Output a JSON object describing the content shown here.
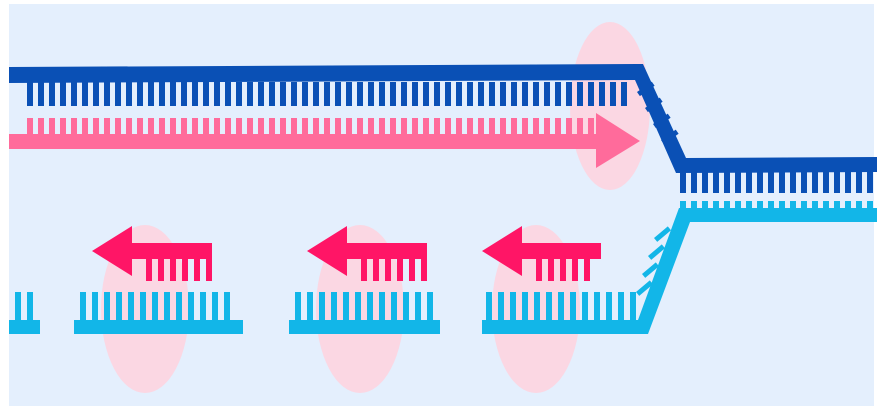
{
  "diagram": {
    "kind": "dna-replication-fork",
    "background_color": "#e4effd",
    "colors": {
      "parent_strand_top": "#0a50b5",
      "parent_strand_bottom": "#12b6e8",
      "leading_strand": "#ff6b9b",
      "okazaki_fragment": "#ff1566",
      "enzyme_blob": "#ffd2de"
    },
    "elements": [
      {
        "name": "template-strand-top",
        "role": "parental strand (upper)"
      },
      {
        "name": "template-strand-bottom",
        "role": "parental strand (lower)"
      },
      {
        "name": "leading-strand",
        "role": "continuous synthesis, arrow toward fork"
      },
      {
        "name": "okazaki-fragment-1",
        "role": "lagging strand fragment"
      },
      {
        "name": "okazaki-fragment-2",
        "role": "lagging strand fragment"
      },
      {
        "name": "okazaki-fragment-3",
        "role": "lagging strand fragment"
      }
    ],
    "okazaki_fragment_count": 3,
    "polymerase_blob_count": 4
  }
}
